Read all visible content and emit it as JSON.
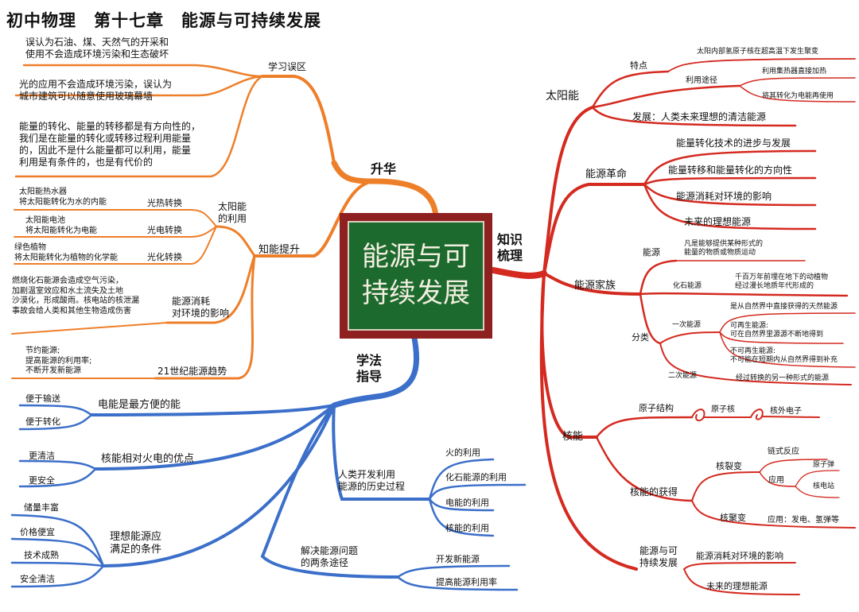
{
  "title": "初中物理　第十七章　能源与可持续发展",
  "center": "能源与可\n持续发展",
  "colors": {
    "upgrade": "#ee7f2a",
    "knowledge": "#d42a20",
    "method": "#3b6fc9",
    "center_border": "#8e2020",
    "center_fill": "#1d6a2e"
  },
  "upgrade": {
    "label": "升华",
    "misconception": {
      "label": "学习误区",
      "items": [
        "误认为石油、煤、天然气的开采和\n使用不会造成环境污染和生态破坏",
        "光的应用不会造成环境污染，误认为\n城市建筑可以随意使用玻璃幕墙",
        "能量的转化、能量的转移都是有方向性的，\n我们是在能量的转化或转移过程利用能量\n的，因此不是什么能量都可以利用，能量\n利用是有条件的，也是有代价的"
      ]
    },
    "ability": {
      "label": "知能提升",
      "solar_use": {
        "label": "太阳能\n的利用",
        "items": [
          {
            "label": "光热转换",
            "desc": "太阳能热水器\n将太阳能转化为水的内能"
          },
          {
            "label": "光电转换",
            "desc": "太阳能电池\n将太阳能转化为电能"
          },
          {
            "label": "光化转换",
            "desc": "绿色植物\n将太阳能转化为植物的化学能"
          }
        ]
      },
      "env": {
        "label": "能源消耗\n对环境的影响",
        "desc": "燃烧化石能源会造成空气污染，\n加剧温室效应和水土流失及土地\n沙漠化，形成酸雨。核电站的核泄漏\n事故会给人类和其他生物造成伤害"
      },
      "trend": {
        "label": "21世纪能源趋势",
        "desc": "节约能源;\n提高能源的利用率;\n不断开发新能源"
      }
    }
  },
  "knowledge": {
    "label": "知识\n梳理",
    "solar": {
      "label": "太阳能",
      "feature": {
        "label": "特点",
        "desc": "太阳内部氢原子核在超高温下发生聚变"
      },
      "use": {
        "label": "利用途径",
        "items": [
          "利用集热器直接加热",
          "将其转化为电能再使用"
        ]
      },
      "development": "发展：人类未来理想的清洁能源"
    },
    "revolution": {
      "label": "能源革命",
      "items": [
        "能量转化技术的进步与发展",
        "能量转移和能量转化的方向性",
        "能源消耗对环境的影响",
        "未来的理想能源"
      ]
    },
    "family": {
      "label": "能源家族",
      "energy": {
        "label": "能源",
        "desc": "凡是能够提供某种形式的\n能量的物质或物质运动"
      },
      "fossil": {
        "label": "化石能源",
        "desc": "千百万年前埋在地下的动植物\n经过漫长地质年代形成的"
      },
      "classify": {
        "label": "分类",
        "primary": {
          "label": "一次能源",
          "desc": "是从自然界中直接获得的天然能源",
          "renewable": "可再生能源:\n可在自然界里源源不断地得到",
          "nonrenewable": "不可再生能源:\n不可能在短期内从自然界得到补充"
        },
        "secondary": {
          "label": "二次能源",
          "desc": "经过转换的另一种形式的能源"
        }
      }
    },
    "nuclear": {
      "label": "核能",
      "atom": {
        "label": "原子结构",
        "nucleus": "原子核",
        "electron": "核外电子"
      },
      "obtain": {
        "label": "核能的获得",
        "fission": {
          "label": "核裂变",
          "chain": "链式反应",
          "app": "应用",
          "bomb": "原子弹",
          "plant": "核电站"
        },
        "fusion": {
          "label": "核聚变",
          "app": "应用：发电、氢弹等"
        }
      }
    },
    "sustain": {
      "label": "能源与可\n持续发展",
      "items": [
        "能源消耗对环境的影响",
        "未来的理想能源"
      ]
    }
  },
  "method": {
    "label": "学法\n指导",
    "electric": {
      "label": "电能是最方便的能",
      "items": [
        "便于输送",
        "便于转化"
      ]
    },
    "nuclear_adv": {
      "label": "核能相对火电的优点",
      "items": [
        "更清洁",
        "更安全"
      ]
    },
    "ideal": {
      "label": "理想能源应\n满足的条件",
      "items": [
        "储量丰富",
        "价格便宜",
        "技术成熟",
        "安全清洁"
      ]
    },
    "history": {
      "label": "人类开发利用\n能源的历史过程",
      "items": [
        "火的利用",
        "化石能源的利用",
        "电能的利用",
        "核能的利用"
      ]
    },
    "solutions": {
      "label": "解决能源问题\n的两条途径",
      "items": [
        "开发新能源",
        "提高能源利用率"
      ]
    }
  }
}
